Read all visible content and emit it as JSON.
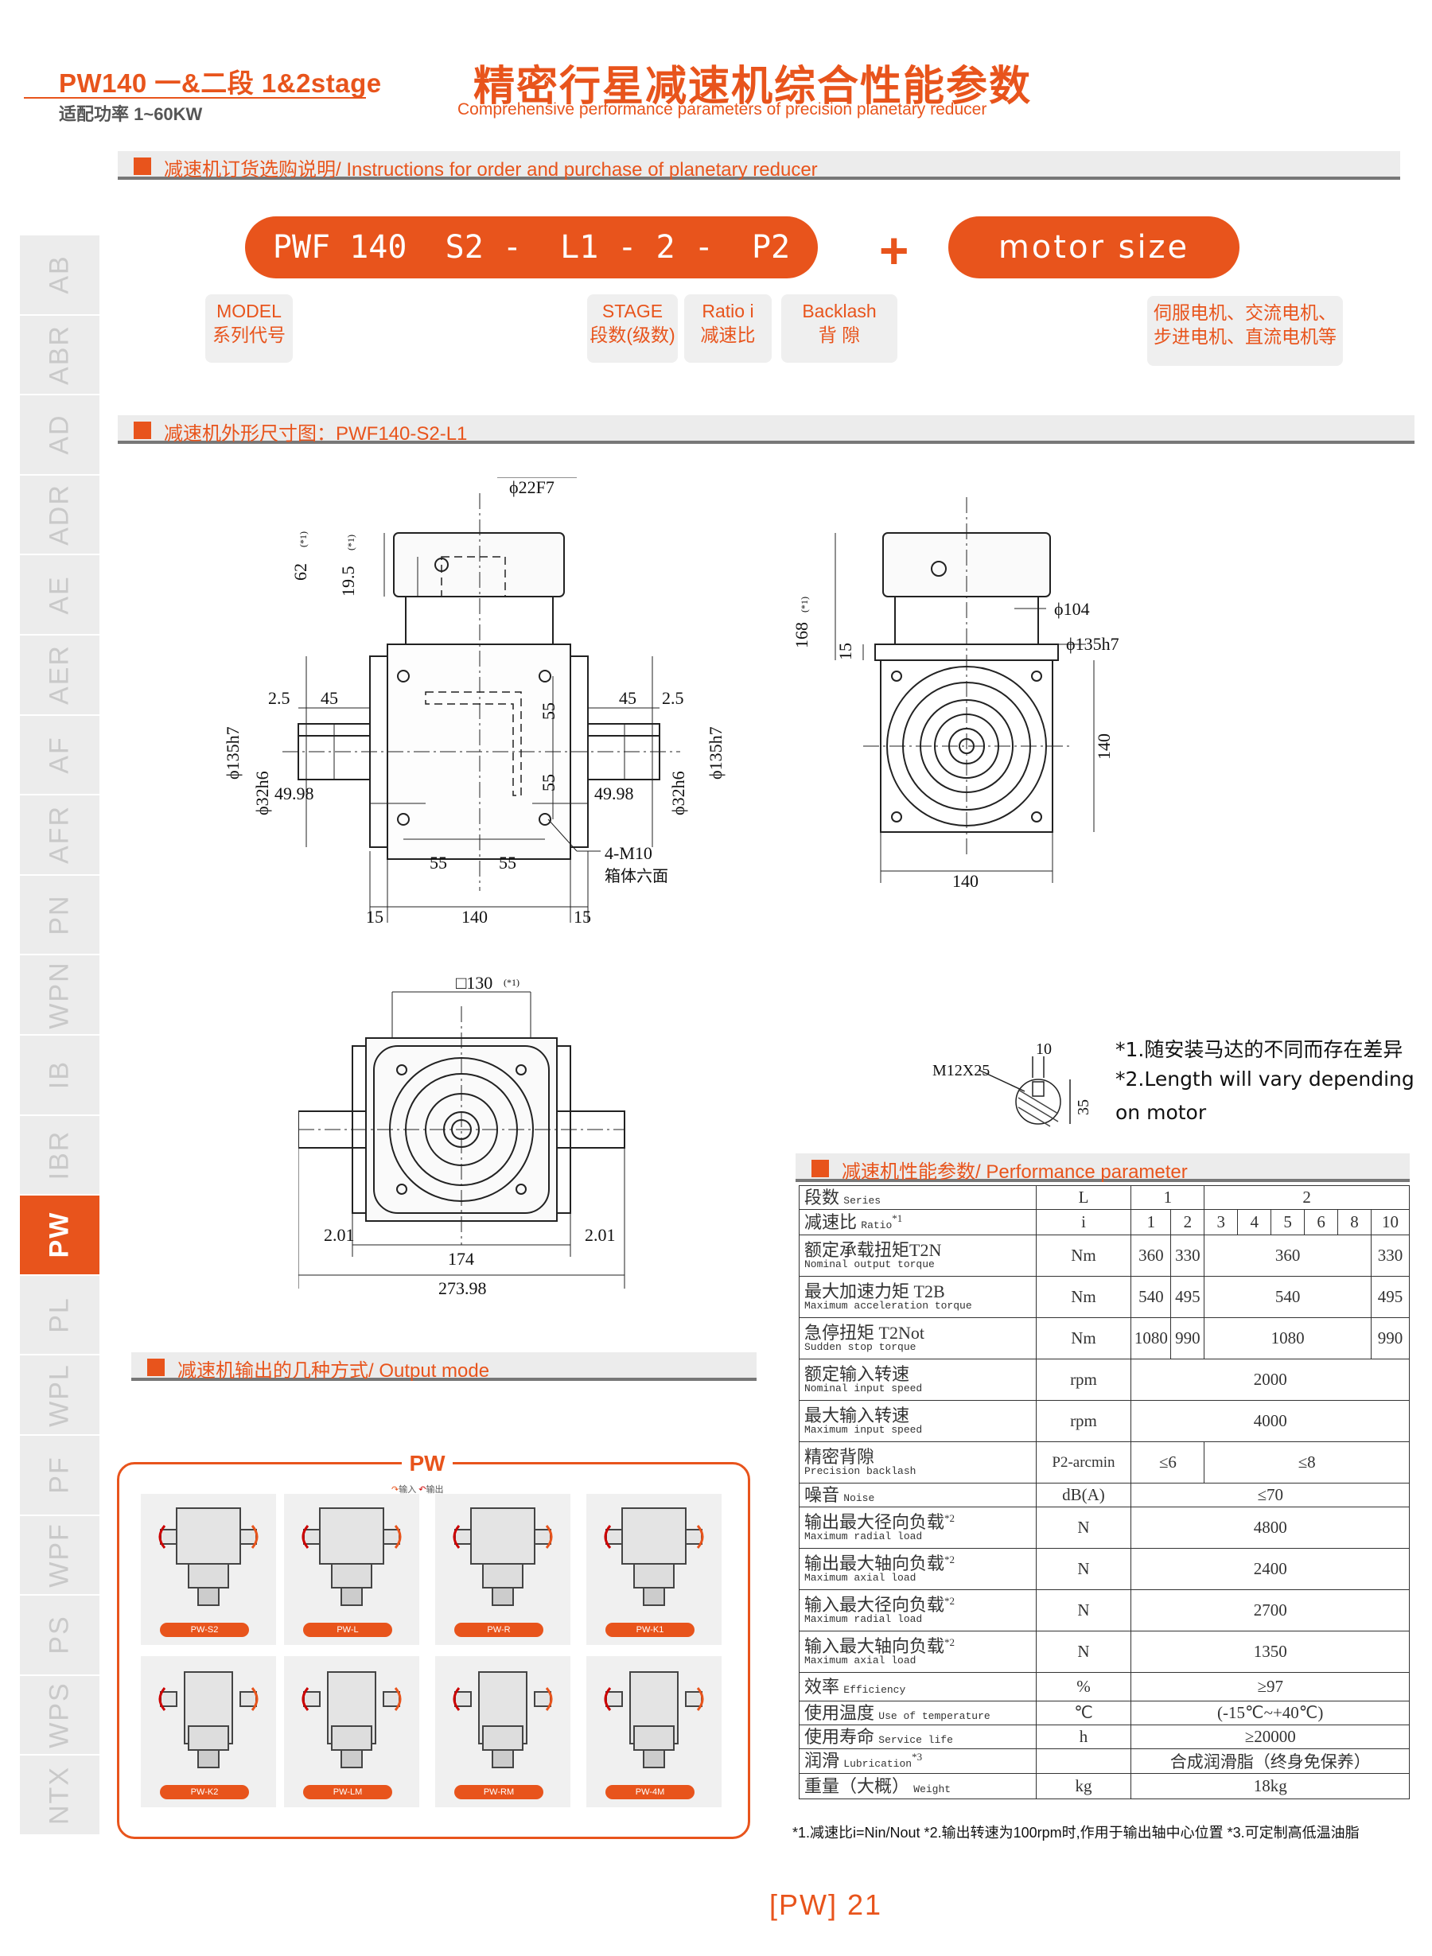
{
  "header": {
    "series": "PW140 一&二段 1&2stage",
    "power": "适配功率  1~60KW",
    "title": "精密行星减速机综合性能参数",
    "subtitle": "Comprehensive performance parameters of precision planetary reducer"
  },
  "sections": {
    "order": "减速机订货选购说明/ Instructions for order and purchase of planetary reducer",
    "dimension": "减速机外形尺寸图：PWF140-S2-L1",
    "performance": "减速机性能参数/ Performance parameter",
    "output": "减速机输出的几种方式/ Output mode"
  },
  "tabs": [
    "AB",
    "ABR",
    "AD",
    "ADR",
    "AE",
    "AER",
    "AF",
    "AFR",
    "PN",
    "WPN",
    "IB",
    "IBR",
    "PW",
    "PL",
    "WPL",
    "PF",
    "WPF",
    "PS",
    "WPS",
    "NTX"
  ],
  "active_tab": "PW",
  "order": {
    "code": "PWF 140  S2 -  L1 - 2 -  P2",
    "plus": "+",
    "motor": "motor size",
    "labels": {
      "model_en": "MODEL",
      "model_cn": "系列代号",
      "stage_en": "STAGE",
      "stage_cn": "段数(级数)",
      "ratio_en": "Ratio i",
      "ratio_cn": "减速比",
      "backlash_en": "Backlash",
      "backlash_cn": "背 隙",
      "motor_1": "伺服电机、交流电机、",
      "motor_2": "步进电机、直流电机等"
    }
  },
  "dims": {
    "front": {
      "d22": "ϕ22F7",
      "h62": "62",
      "h19": "19.5",
      "mark": "(*1)",
      "l25": "2.5",
      "l45": "45",
      "r45": "45",
      "r25": "2.5",
      "d135l": "ϕ135h7",
      "d135r": "ϕ135h7",
      "d32l": "ϕ32h6",
      "d32r": "ϕ32h6",
      "l4998": "49.98",
      "r4998": "49.98",
      "v55a": "55",
      "v55b": "55",
      "h55a": "55",
      "h55b": "55",
      "w140": "140",
      "w15l": "15",
      "w15r": "15",
      "m10": "4-M10",
      "m10cn": "箱体六面"
    },
    "side": {
      "h168": "168",
      "h15": "15",
      "d104": "ϕ104",
      "d135": "ϕ135h7",
      "h140": "140",
      "w140": "140",
      "mark": "(*1)"
    },
    "bottom": {
      "sq130": "□130",
      "mark": "(*1)",
      "l201": "2.01",
      "r201": "2.01",
      "w174": "174",
      "w27398": "273.98"
    },
    "key": {
      "m12": "M12X25",
      "k10": "10",
      "k35": "35"
    }
  },
  "notes": [
    "*1.随安装马达的不同而存在差异",
    "*2.Length will vary depending",
    "on motor"
  ],
  "perf": {
    "head": {
      "series_cn": "段数",
      "series_en": "Series",
      "series_unit": "L",
      "stage1": "1",
      "stage2": "2",
      "ratio_cn": "减速比",
      "ratio_en": "Ratio",
      "ratio_sup": "*1",
      "ratio_unit": "i",
      "ratios": [
        "1",
        "2",
        "3",
        "4",
        "5",
        "6",
        "8",
        "10"
      ]
    },
    "rows": {
      "t2n": {
        "cn": "额定承载扭矩T2N",
        "en": "Nominal output torque",
        "unit": "Nm",
        "v": [
          "360",
          "330",
          "360",
          "330"
        ]
      },
      "t2b": {
        "cn": "最大加速力矩 T2B",
        "en": "Maximum acceleration torque",
        "unit": "Nm",
        "v": [
          "540",
          "495",
          "540",
          "495"
        ]
      },
      "t2not": {
        "cn": "急停扭矩 T2Not",
        "en": "Sudden stop torque",
        "unit": "Nm",
        "v": [
          "1080",
          "990",
          "1080",
          "990"
        ]
      },
      "nin": {
        "cn": "额定输入转速",
        "en": "Nominal input speed",
        "unit": "rpm",
        "v": "2000"
      },
      "nmax": {
        "cn": "最大输入转速",
        "en": "Maximum input speed",
        "unit": "rpm",
        "v": "4000"
      },
      "backlash": {
        "cn": "精密背隙",
        "en": "Precision backlash",
        "unit": "P2-arcmin",
        "v1": "≤6",
        "v2": "≤8"
      },
      "noise": {
        "cn": "噪音",
        "en": "Noise",
        "unit": "dB(A)",
        "v": "≤70"
      },
      "orad": {
        "cn": "输出最大径向负载",
        "en": "Maximum radial load",
        "sup": "*2",
        "unit": "N",
        "v": "4800"
      },
      "oax": {
        "cn": "输出最大轴向负载",
        "en": "Maximum axial load",
        "sup": "*2",
        "unit": "N",
        "v": "2400"
      },
      "irad": {
        "cn": "输入最大径向负载",
        "en": "Maximum radial load",
        "sup": "*2",
        "unit": "N",
        "v": "2700"
      },
      "iax": {
        "cn": "输入最大轴向负载",
        "en": "Maximum axial load",
        "sup": "*2",
        "unit": "N",
        "v": "1350"
      },
      "eff": {
        "cn": "效率",
        "en": "Efficiency",
        "unit": "%",
        "v": "≥97"
      },
      "temp": {
        "cn": "使用温度",
        "en": "Use of temperature",
        "unit": "℃",
        "v": "(-15℃~+40℃)"
      },
      "life": {
        "cn": "使用寿命",
        "en": "Service life",
        "unit": "h",
        "v": "≥20000"
      },
      "lub": {
        "cn": "润滑",
        "en": "Lubrication",
        "sup": "*3",
        "unit": "",
        "v": "合成润滑脂（终身免保养）"
      },
      "weight": {
        "cn": "重量（大概）",
        "en": "Weight",
        "unit": "kg",
        "v": "18kg"
      }
    }
  },
  "footnote": "*1.减速比i=Nin/Nout  *2.输出转速为100rpm时,作用于输出轴中心位置  *3.可定制高低温油脂",
  "output": {
    "title": "PW",
    "legend_in": "输入",
    "legend_out": "输出",
    "modes": [
      "PW-S2",
      "PW-L",
      "PW-R",
      "PW-K1",
      "PW-K2",
      "PW-LM",
      "PW-RM",
      "PW-4M"
    ]
  },
  "page": "[PW] 21"
}
